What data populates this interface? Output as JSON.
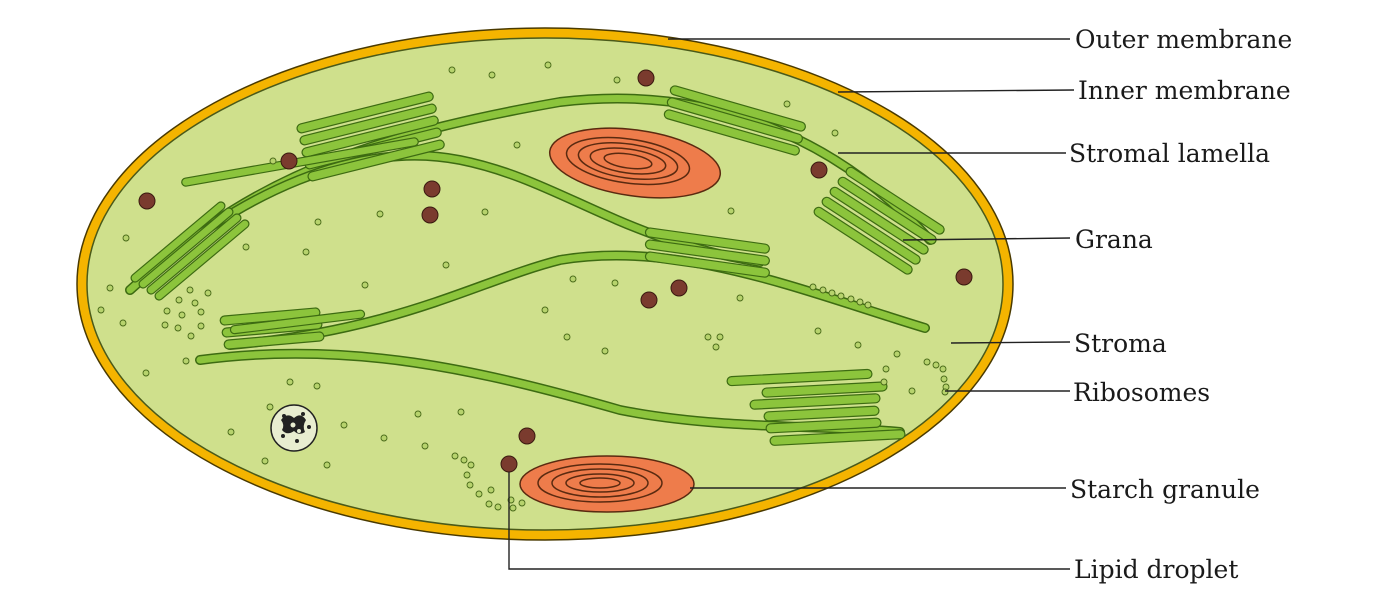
{
  "diagram": {
    "labels": {
      "outer_membrane": "Outer membrane",
      "inner_membrane": "Inner membrane",
      "stromal_lamella": "Stromal lamella",
      "grana": "Grana",
      "stroma": "Stroma",
      "ribosomes": "Ribosomes",
      "starch_granule": "Starch granule",
      "lipid_droplet": "Lipid droplet"
    },
    "colors": {
      "outer_membrane": "#f4b400",
      "stroma": "#cfe08c",
      "thylakoid": "#8cc43c",
      "thylakoid_edge": "#3d6b12",
      "starch": "#ee7c4b",
      "lipid": "#7a3b2e",
      "ribosome": "#b7d36d"
    }
  }
}
